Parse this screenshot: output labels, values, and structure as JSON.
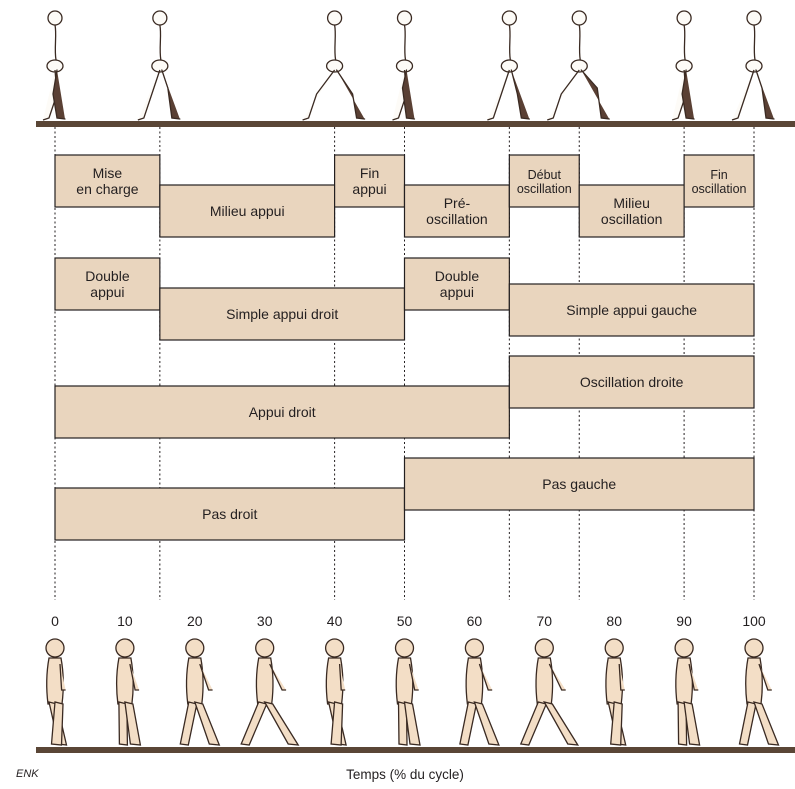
{
  "colors": {
    "box_fill": "#e9d5be",
    "box_stroke": "#231f20",
    "ground": "#5a4636"
  },
  "axis": {
    "ticks": [
      "0",
      "10",
      "20",
      "30",
      "40",
      "50",
      "60",
      "70",
      "80",
      "90",
      "100"
    ],
    "caption": "Temps (% du cycle)"
  },
  "signature": "ENK",
  "rows": [
    {
      "phases": [
        {
          "label": [
            "Mise",
            "en charge"
          ],
          "start": 0,
          "end": 15,
          "level": "up"
        },
        {
          "label": [
            "Milieu appui"
          ],
          "start": 15,
          "end": 40,
          "level": "down"
        },
        {
          "label": [
            "Fin",
            "appui"
          ],
          "start": 40,
          "end": 50,
          "level": "up"
        },
        {
          "label": [
            "Pré-",
            "oscillation"
          ],
          "start": 50,
          "end": 65,
          "level": "down"
        },
        {
          "label": [
            "Début",
            "oscillation"
          ],
          "start": 65,
          "end": 75,
          "level": "up",
          "small": true
        },
        {
          "label": [
            "Milieu",
            "oscillation"
          ],
          "start": 75,
          "end": 90,
          "level": "down"
        },
        {
          "label": [
            "Fin",
            "oscillation"
          ],
          "start": 90,
          "end": 100,
          "level": "up",
          "small": true
        }
      ]
    },
    {
      "phases": [
        {
          "label": [
            "Double",
            "appui"
          ],
          "start": 0,
          "end": 15,
          "level": "up"
        },
        {
          "label": [
            "Simple appui droit"
          ],
          "start": 15,
          "end": 50,
          "level": "down"
        },
        {
          "label": [
            "Double",
            "appui"
          ],
          "start": 50,
          "end": 65,
          "level": "up"
        },
        {
          "label": [
            "Simple appui gauche"
          ],
          "start": 65,
          "end": 100,
          "level": "mid"
        }
      ]
    },
    {
      "phases": [
        {
          "label": [
            "Appui droit"
          ],
          "start": 0,
          "end": 65,
          "level": "down"
        },
        {
          "label": [
            "Oscillation droite"
          ],
          "start": 65,
          "end": 100,
          "level": "up"
        }
      ]
    },
    {
      "phases": [
        {
          "label": [
            "Pas droit"
          ],
          "start": 0,
          "end": 50,
          "level": "down"
        },
        {
          "label": [
            "Pas gauche"
          ],
          "start": 50,
          "end": 100,
          "level": "up"
        }
      ]
    }
  ],
  "figures": {
    "skeleton_positions": [
      0,
      15,
      40,
      50,
      65,
      75,
      90,
      100
    ],
    "body_positions": [
      0,
      10,
      20,
      30,
      40,
      50,
      60,
      70,
      80,
      90,
      100
    ]
  }
}
